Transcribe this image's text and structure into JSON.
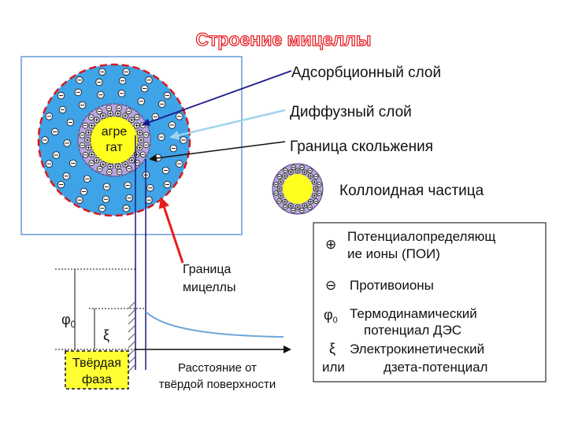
{
  "title": "Строение мицеллы",
  "labels": {
    "adsorption_layer": "Адсорбционный слой",
    "diffuse_layer": "Диффузный слой",
    "slip_boundary": "Граница скольжения",
    "colloid_particle": "Коллоидная частица",
    "aggregate_line1": "агре",
    "aggregate_line2": "гат",
    "micelle_boundary_line1": "Граница",
    "micelle_boundary_line2": "мицеллы",
    "solid_phase_line1": "Твёрдая",
    "solid_phase_line2": "фаза",
    "distance_line1": "Расстояние от",
    "distance_line2": "твёрдой поверхности",
    "phi0_axis": "φ",
    "phi0_sub": "0",
    "xi_axis": "ξ"
  },
  "legend": {
    "poi_symbol": "⊕",
    "poi_line1": "Потенциалопределяющ",
    "poi_line2": "ие ионы (ПОИ)",
    "counter_symbol": "⊖",
    "counter_label": "Противоионы",
    "phi_symbol": "φ",
    "phi_sub": "0",
    "phi_line1": "Термодинамический",
    "phi_line2": "потенциал ДЭС",
    "xi_symbol": "ξ",
    "xi_line1": "Электрокинетический",
    "xi_line2_prefix": "или",
    "xi_line2": "дзета-потенциал"
  },
  "colors": {
    "title_fill": "#ffffff",
    "title_stroke": "#e8141b",
    "outer_micelle": "#3fa3e8",
    "micelle_boundary": "#d8161b",
    "slip_ring": "#b9a6dd",
    "aggregate": "#ffff1e",
    "frame": "#8db3e2",
    "arrow_dark": "#1a1a8c",
    "arrow_light": "#9fd3ee",
    "arrow_red": "#e51c1c",
    "phi_line": "#1a1a7a",
    "curve": "#6fa7d8",
    "box_border": "#000000",
    "solid_phase_fill": "#ffff33"
  }
}
